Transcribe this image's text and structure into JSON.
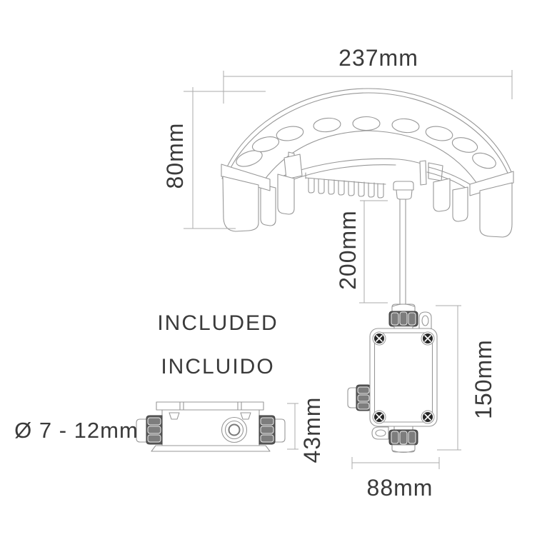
{
  "labels": {
    "included_en": "INCLUDED",
    "included_es": "INCLUIDO",
    "cable_gland_range": "Ø 7 - 12mm"
  },
  "dimensions": {
    "fixture_width": "237mm",
    "fixture_height": "80mm",
    "cable_length": "200mm",
    "junction_box_height": "150mm",
    "junction_box_width": "88mm",
    "junction_box_depth": "43mm"
  },
  "colors": {
    "background": "#ffffff",
    "drawing_line": "#979797",
    "dimension_line": "#ababab",
    "text": "#3a3a3a",
    "gland_dark": "#595959",
    "gland_facet": "#7d7d7d",
    "screw": "#262626"
  }
}
